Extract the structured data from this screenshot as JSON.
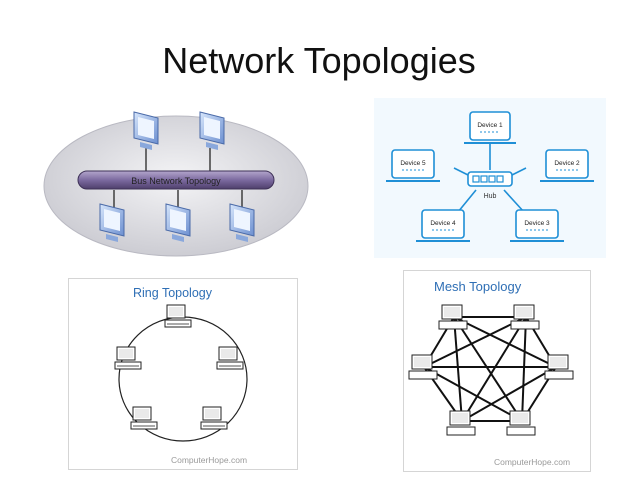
{
  "slide": {
    "title": "Network Topologies"
  },
  "bus": {
    "label": "Bus Network Topology"
  },
  "star": {
    "hub_label": "Hub",
    "devices": [
      "Device 1",
      "Device 2",
      "Device 3",
      "Device 4",
      "Device 5"
    ]
  },
  "ring": {
    "title": "Ring Topology",
    "credit": "ComputerHope.com"
  },
  "mesh": {
    "title": "Mesh Topology",
    "credit": "ComputerHope.com"
  },
  "colors": {
    "star_accent": "#1f8fd6",
    "ring_title": "#2f6fb5",
    "mesh_title": "#2f6fb5",
    "bus_cable": "#6d5a8c"
  }
}
